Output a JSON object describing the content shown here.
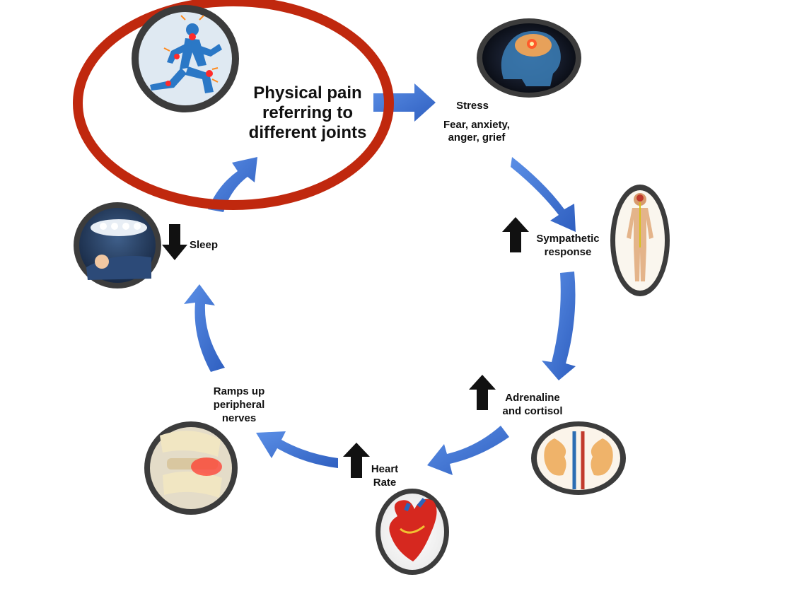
{
  "labels": {
    "pain": [
      "Physical pain",
      "referring to",
      "different joints"
    ],
    "stress": "Stress",
    "emotions": [
      "Fear, anxiety,",
      "anger, grief"
    ],
    "sympathetic": [
      "Sympathetic",
      "response"
    ],
    "adrenaline": [
      "Adrenaline",
      "and cortisol"
    ],
    "heart_rate": [
      "Heart",
      "Rate"
    ],
    "nerves": [
      "Ramps up",
      "peripheral",
      "nerves"
    ],
    "sleep": "Sleep"
  },
  "indicators": {
    "sympathetic": "up",
    "adrenaline": "up",
    "heart_rate": "up",
    "sleep": "down"
  },
  "icons": {
    "pain": "running-person-joint-pain-icon",
    "stress": "brain-head-icon",
    "sympathetic": "human-body-nervous-system-icon",
    "adrenaline": "kidneys-adrenal-glands-icon",
    "heart_rate": "heart-icon",
    "nerves": "spine-vertebrae-icon",
    "sleep": "sleeping-person-counting-sheep-icon"
  },
  "colors": {
    "arrow": "#3a6fd4",
    "highlight_ring": "#c0280e",
    "indicator": "#111111",
    "frame": "#3a3a3a"
  }
}
